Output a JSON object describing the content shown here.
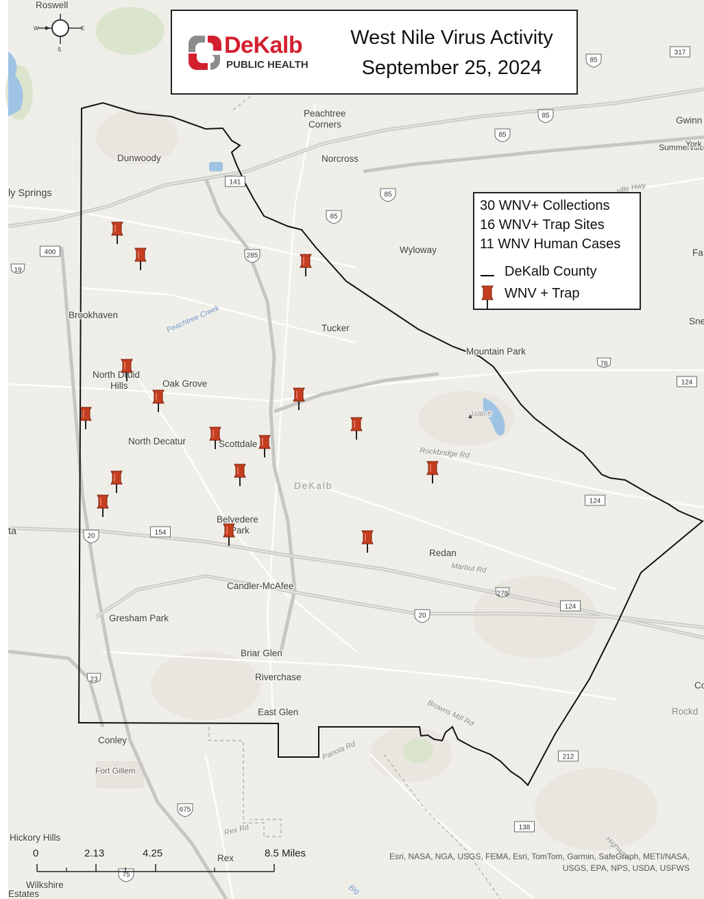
{
  "title": {
    "logo_name": "DeKalb",
    "logo_sub": "PUBLIC HEALTH",
    "main": "West Nile Virus Activity",
    "date": "September 25, 2024"
  },
  "legend": {
    "collections": "30 WNV+ Collections",
    "trap_sites": "16 WNV+ Trap Sites",
    "human_cases": "11 WNV Human Cases",
    "county_label": "DeKalb County",
    "trap_label": "WNV + Trap"
  },
  "places": [
    {
      "name": "Roswell"
    },
    {
      "name": "Peachtree"
    },
    {
      "name": "Corners"
    },
    {
      "name": "Dunwoody"
    },
    {
      "name": "Norcross"
    },
    {
      "name": "Gwinn"
    },
    {
      "name": "Summerville"
    },
    {
      "name": "York"
    },
    {
      "name": "ly Springs"
    },
    {
      "name": "Wyloway"
    },
    {
      "name": "Brookhaven"
    },
    {
      "name": "Tucker"
    },
    {
      "name": "Mountain Park"
    },
    {
      "name": "North Druid"
    },
    {
      "name": "Hills"
    },
    {
      "name": "Oak Grove"
    },
    {
      "name": "North Decatur"
    },
    {
      "name": "Scottdale"
    },
    {
      "name": "DeKalb"
    },
    {
      "name": "Belvedere"
    },
    {
      "name": "Park"
    },
    {
      "name": "ta"
    },
    {
      "name": "Redan"
    },
    {
      "name": "Candler-McAfee"
    },
    {
      "name": "Gresham Park"
    },
    {
      "name": "Briar Glen"
    },
    {
      "name": "Riverchase"
    },
    {
      "name": "East Glen"
    },
    {
      "name": "Conley"
    },
    {
      "name": "Fort Gillem"
    },
    {
      "name": "Hickory Hills"
    },
    {
      "name": "Rex"
    },
    {
      "name": "Wilkshire"
    },
    {
      "name": "Estates"
    },
    {
      "name": "Fa"
    },
    {
      "name": "Sne"
    },
    {
      "name": "Co"
    },
    {
      "name": "Rockd"
    }
  ],
  "road_labels": [
    {
      "text": "Peachtree Creek"
    },
    {
      "text": "Rockbridge Rd"
    },
    {
      "text": "Marbut Rd"
    },
    {
      "text": "Browns Mill Rd"
    },
    {
      "text": "Panola Rd"
    },
    {
      "text": "Rex Rd"
    },
    {
      "text": "ville Hwy"
    },
    {
      "text": "1680 ft"
    },
    {
      "text": "Highway"
    },
    {
      "text": "Big"
    }
  ],
  "shields": [
    {
      "number": "317",
      "kind": "state"
    },
    {
      "number": "85",
      "kind": "interstate"
    },
    {
      "number": "85",
      "kind": "interstate"
    },
    {
      "number": "85",
      "kind": "interstate"
    },
    {
      "number": "85",
      "kind": "interstate"
    },
    {
      "number": "85",
      "kind": "interstate"
    },
    {
      "number": "141",
      "kind": "state"
    },
    {
      "number": "400",
      "kind": "state"
    },
    {
      "number": "19",
      "kind": "us"
    },
    {
      "number": "285",
      "kind": "interstate"
    },
    {
      "number": "78",
      "kind": "us"
    },
    {
      "number": "124",
      "kind": "state"
    },
    {
      "number": "124",
      "kind": "state"
    },
    {
      "number": "124",
      "kind": "state"
    },
    {
      "number": "20",
      "kind": "interstate"
    },
    {
      "number": "154",
      "kind": "state"
    },
    {
      "number": "278",
      "kind": "us"
    },
    {
      "number": "20",
      "kind": "interstate"
    },
    {
      "number": "23",
      "kind": "us"
    },
    {
      "number": "212",
      "kind": "state"
    },
    {
      "number": "675",
      "kind": "interstate"
    },
    {
      "number": "138",
      "kind": "state"
    },
    {
      "number": "75",
      "kind": "interstate"
    }
  ],
  "compass": {
    "n": "",
    "s": "S",
    "e": "E",
    "w": "W"
  },
  "scale": {
    "ticks": [
      "0",
      "2.13",
      "4.25",
      "8.5 Miles"
    ]
  },
  "attribution": [
    "Esri, NASA, NGA, USGS, FEMA, Esri, TomTom, Garmin, SafeGraph, METI/NASA,",
    "USGS, EPA, NPS, USDA, USFWS"
  ],
  "colors": {
    "pin": "#c43d1f",
    "pin_dark": "#7a2410",
    "county_line": "#111111",
    "water": "#9fc3e3",
    "background": "#f1efea",
    "logo_red": "#d3202f"
  },
  "trap_count": 16
}
